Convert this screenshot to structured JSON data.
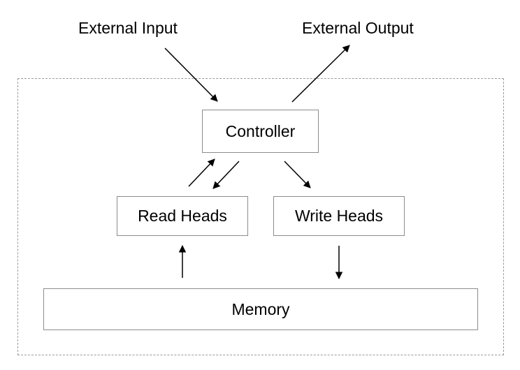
{
  "diagram": {
    "external_input": "External Input",
    "external_output": "External Output",
    "controller": "Controller",
    "read_heads": "Read Heads",
    "write_heads": "Write Heads",
    "memory": "Memory"
  },
  "colors": {
    "box_border": "#8c8c8c",
    "frame_border": "#9a9a9a",
    "arrow": "#000000",
    "text": "#000000"
  }
}
